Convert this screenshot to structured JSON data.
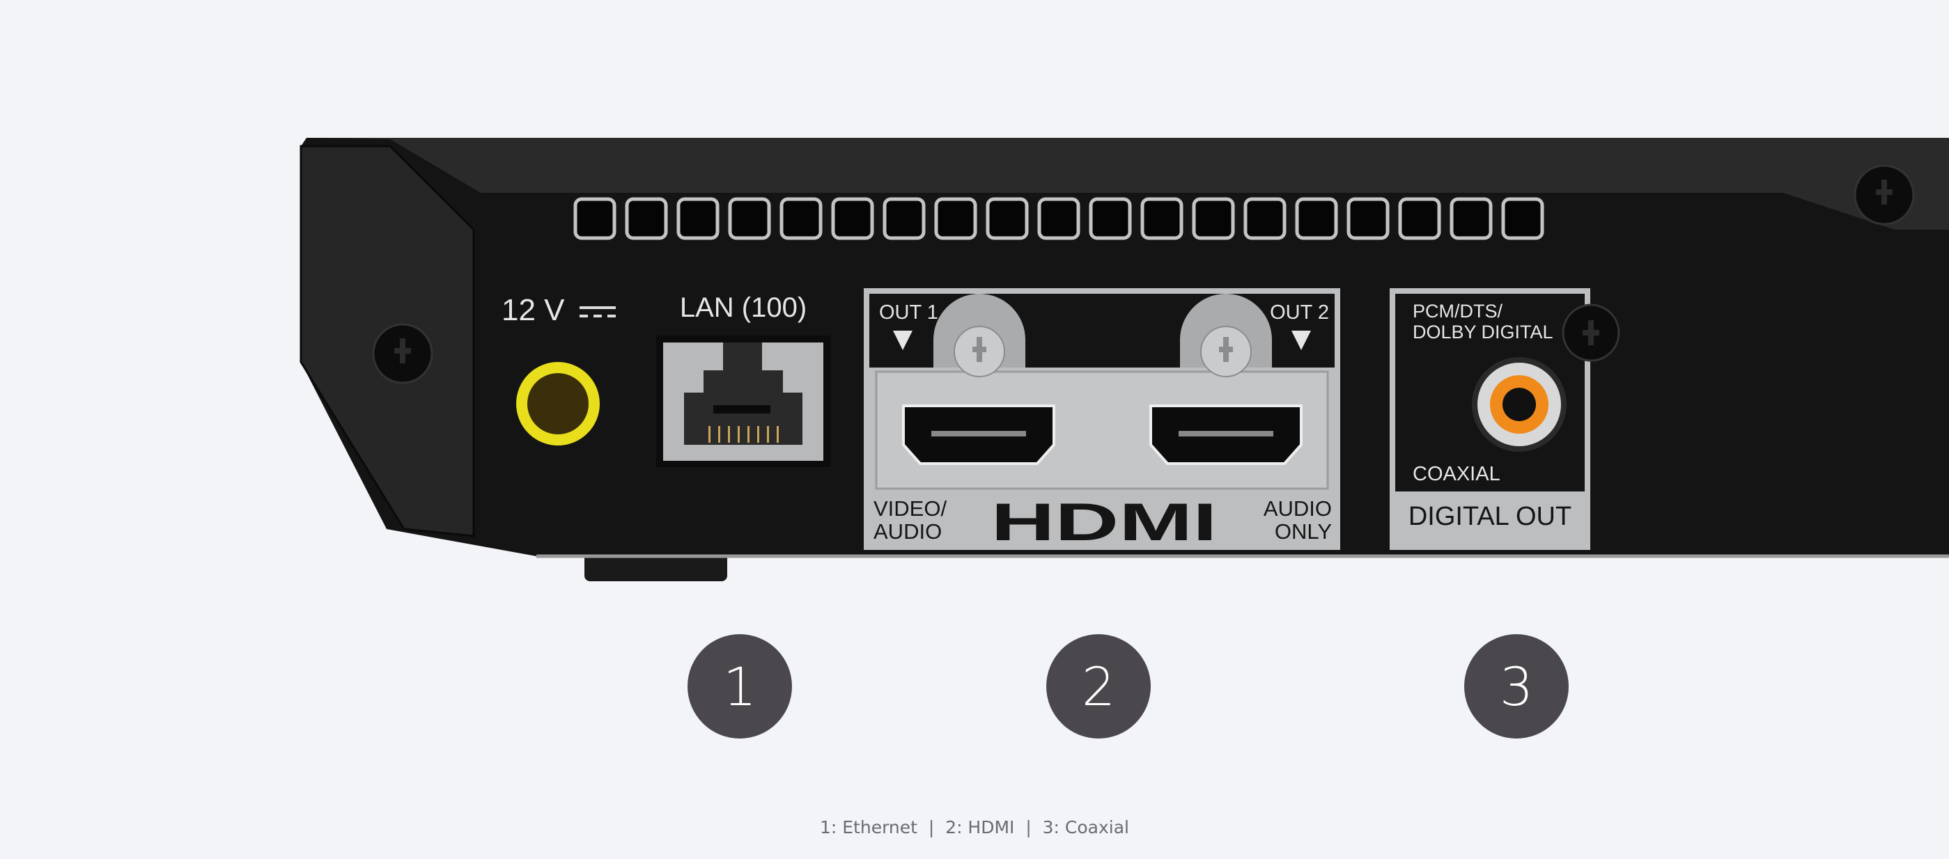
{
  "device": {
    "power_label": "12 V",
    "lan_label": "LAN (100)",
    "hdmi": {
      "out1": "OUT 1",
      "out2": "OUT 2",
      "logo": "HDMI",
      "left_label_1": "VIDEO/",
      "left_label_2": "AUDIO",
      "right_label_1": "AUDIO",
      "right_label_2": "ONLY"
    },
    "digital": {
      "format_1": "PCM/DTS/",
      "format_2": "DOLBY DIGITAL",
      "coaxial": "COAXIAL",
      "title": "DIGITAL OUT"
    },
    "colors": {
      "body": "#141414",
      "panel": "#b9bbbd",
      "power_jack": "#e8de1c",
      "coax_jack": "#f08a1a"
    }
  },
  "markers": [
    "1",
    "2",
    "3"
  ],
  "caption": "1: Ethernet  |  2: HDMI  |  3: Coaxial"
}
